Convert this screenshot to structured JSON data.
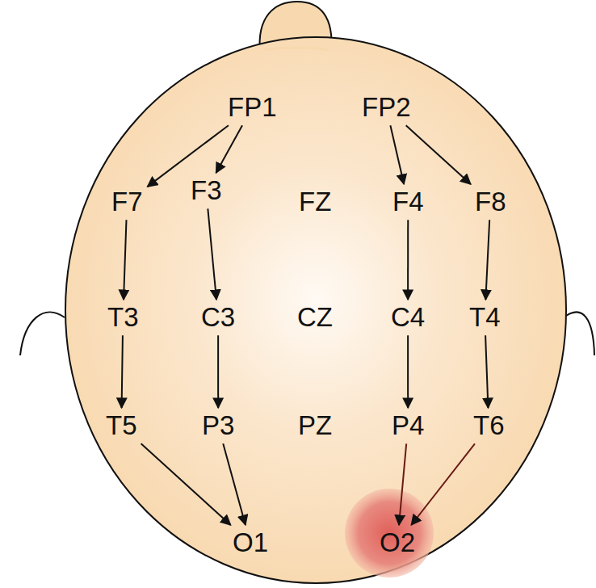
{
  "diagram": {
    "nodes": [
      {
        "text": [
          "FP1"
        ]
      },
      {
        "text": [
          "FP2"
        ]
      },
      {
        "text": [
          "F7"
        ]
      },
      {
        "text": [
          "F3"
        ]
      },
      {
        "text": [
          "FZ"
        ]
      },
      {
        "text": [
          "F4"
        ]
      },
      {
        "text": [
          "F8"
        ]
      },
      {
        "text": [
          "T3"
        ]
      },
      {
        "text": [
          "C3"
        ]
      },
      {
        "text": [
          "CZ"
        ]
      },
      {
        "text": [
          "C4"
        ]
      },
      {
        "text": [
          "T4"
        ]
      },
      {
        "text": [
          "T5"
        ]
      },
      {
        "text": [
          "P3"
        ]
      },
      {
        "text": [
          "PZ"
        ]
      },
      {
        "text": [
          "P4"
        ]
      },
      {
        "text": [
          "T6"
        ]
      },
      {
        "text": [
          "O1"
        ]
      },
      {
        "text": [
          "O2"
        ]
      }
    ],
    "edges": [
      {
        "from": 0,
        "to": 2,
        "arrow": "to"
      },
      {
        "from": 0,
        "to": 3,
        "arrow": "to"
      },
      {
        "from": 1,
        "to": 5,
        "arrow": "to"
      },
      {
        "from": 1,
        "to": 6,
        "arrow": "to"
      },
      {
        "from": 2,
        "to": 7,
        "arrow": "to"
      },
      {
        "from": 3,
        "to": 8,
        "arrow": "to"
      },
      {
        "from": 5,
        "to": 10,
        "arrow": "to"
      },
      {
        "from": 6,
        "to": 11,
        "arrow": "to"
      },
      {
        "from": 7,
        "to": 12,
        "arrow": "to"
      },
      {
        "from": 8,
        "to": 13,
        "arrow": "to"
      },
      {
        "from": 10,
        "to": 15,
        "arrow": "to"
      },
      {
        "from": 11,
        "to": 16,
        "arrow": "to"
      },
      {
        "from": 12,
        "to": 17,
        "arrow": "to"
      },
      {
        "from": 13,
        "to": 17,
        "arrow": "to"
      },
      {
        "from": 15,
        "to": 18,
        "arrow": "to"
      },
      {
        "from": 16,
        "to": 18,
        "arrow": "to"
      }
    ]
  }
}
